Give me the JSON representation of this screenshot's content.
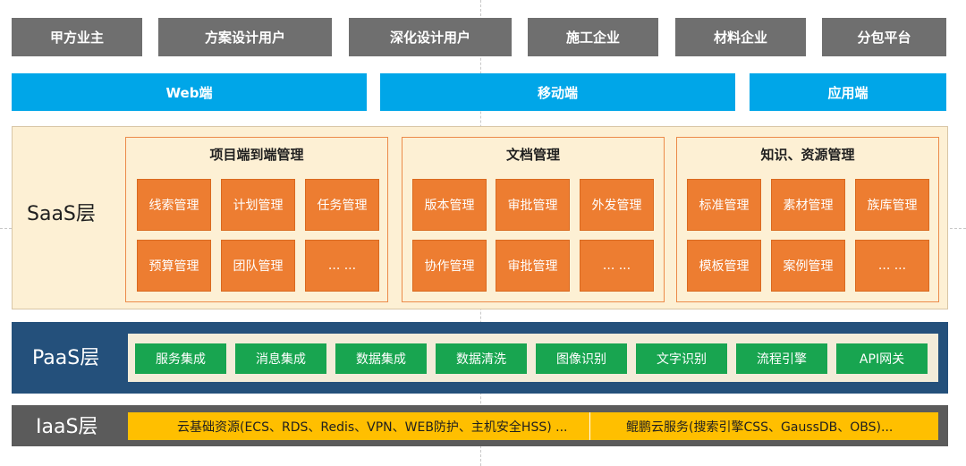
{
  "users": [
    "甲方业主",
    "方案设计用户",
    "深化设计用户",
    "施工企业",
    "材料企业",
    "分包平台"
  ],
  "channels": [
    "Web端",
    "移动端",
    "应用端"
  ],
  "saas": {
    "label": "SaaS层",
    "groups": [
      {
        "title": "项目端到端管理",
        "modules": [
          "线索管理",
          "计划管理",
          "任务管理",
          "预算管理",
          "团队管理",
          "... ..."
        ]
      },
      {
        "title": "文档管理",
        "modules": [
          "版本管理",
          "审批管理",
          "外发管理",
          "协作管理",
          "审批管理",
          "... ..."
        ]
      },
      {
        "title": "知识、资源管理",
        "modules": [
          "标准管理",
          "素材管理",
          "族库管理",
          "模板管理",
          "案例管理",
          "... ..."
        ]
      }
    ]
  },
  "paas": {
    "label": "PaaS层",
    "services": [
      "服务集成",
      "消息集成",
      "数据集成",
      "数据清洗",
      "图像识别",
      "文字识别",
      "流程引擎",
      "API网关"
    ]
  },
  "iaas": {
    "label": "IaaS层",
    "left_text": "云基础资源(ECS、RDS、Redis、VPN、WEB防护、主机安全HSS) ...",
    "right_text": "鲲鹏云服务(搜索引擎CSS、GaussDB、OBS)..."
  }
}
